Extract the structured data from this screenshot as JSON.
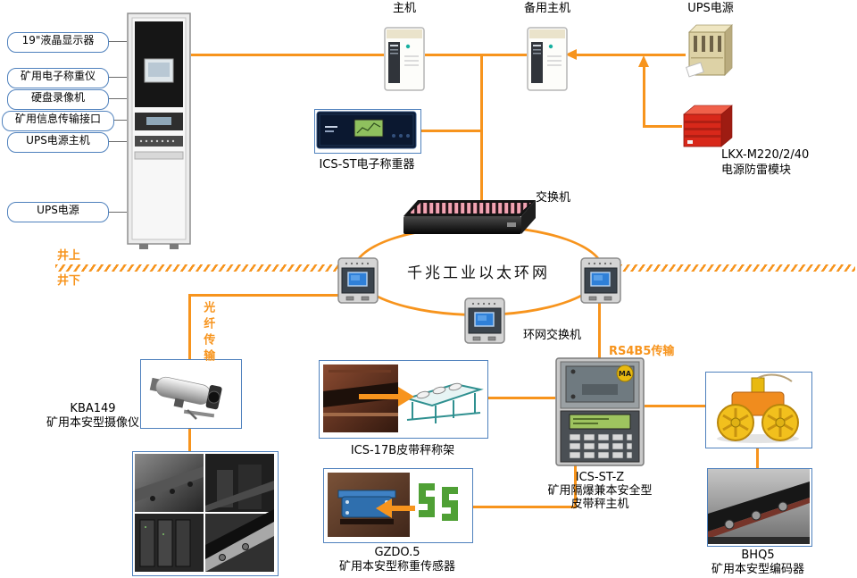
{
  "colors": {
    "line_orange": "#f7941d",
    "box_border_blue": "#4f81bd"
  },
  "ring": {
    "title": "千兆工业以太环网"
  },
  "rack_labels": [
    "19\"液晶显示器",
    "矿用电子称重仪",
    "硬盘录像机",
    "矿用信息传输接口",
    "UPS电源主机",
    "UPS电源"
  ],
  "top": {
    "host": "主机",
    "backup_host": "备用主机",
    "ups": "UPS电源"
  },
  "lightning": {
    "model": "LKX-M220/2/40",
    "name": "电源防雷模块"
  },
  "ics_st": {
    "caption": "ICS-ST电子称重器"
  },
  "net": {
    "switch": "交换机",
    "ring_switch": "环网交换机"
  },
  "zone": {
    "above": "井上",
    "below": "井下"
  },
  "link_labels": {
    "fiber": "光纤传输",
    "rs485": "RS4B5传输"
  },
  "camera": {
    "model": "KBA149",
    "name": "矿用本安型摄像仪"
  },
  "belt_frame": {
    "caption": "ICS-17B皮带秤称架"
  },
  "sensor": {
    "model": "GZDO.5",
    "name": "矿用本安型称重传感器"
  },
  "belt_host": {
    "model": "ICS-ST-Z",
    "name_line1": "矿用隔爆兼本安全型",
    "name_line2": "皮带秤主机"
  },
  "encoder": {
    "model": "BHQ5",
    "name": "矿用本安型编码器"
  },
  "badges": {
    "ma": "MA"
  }
}
